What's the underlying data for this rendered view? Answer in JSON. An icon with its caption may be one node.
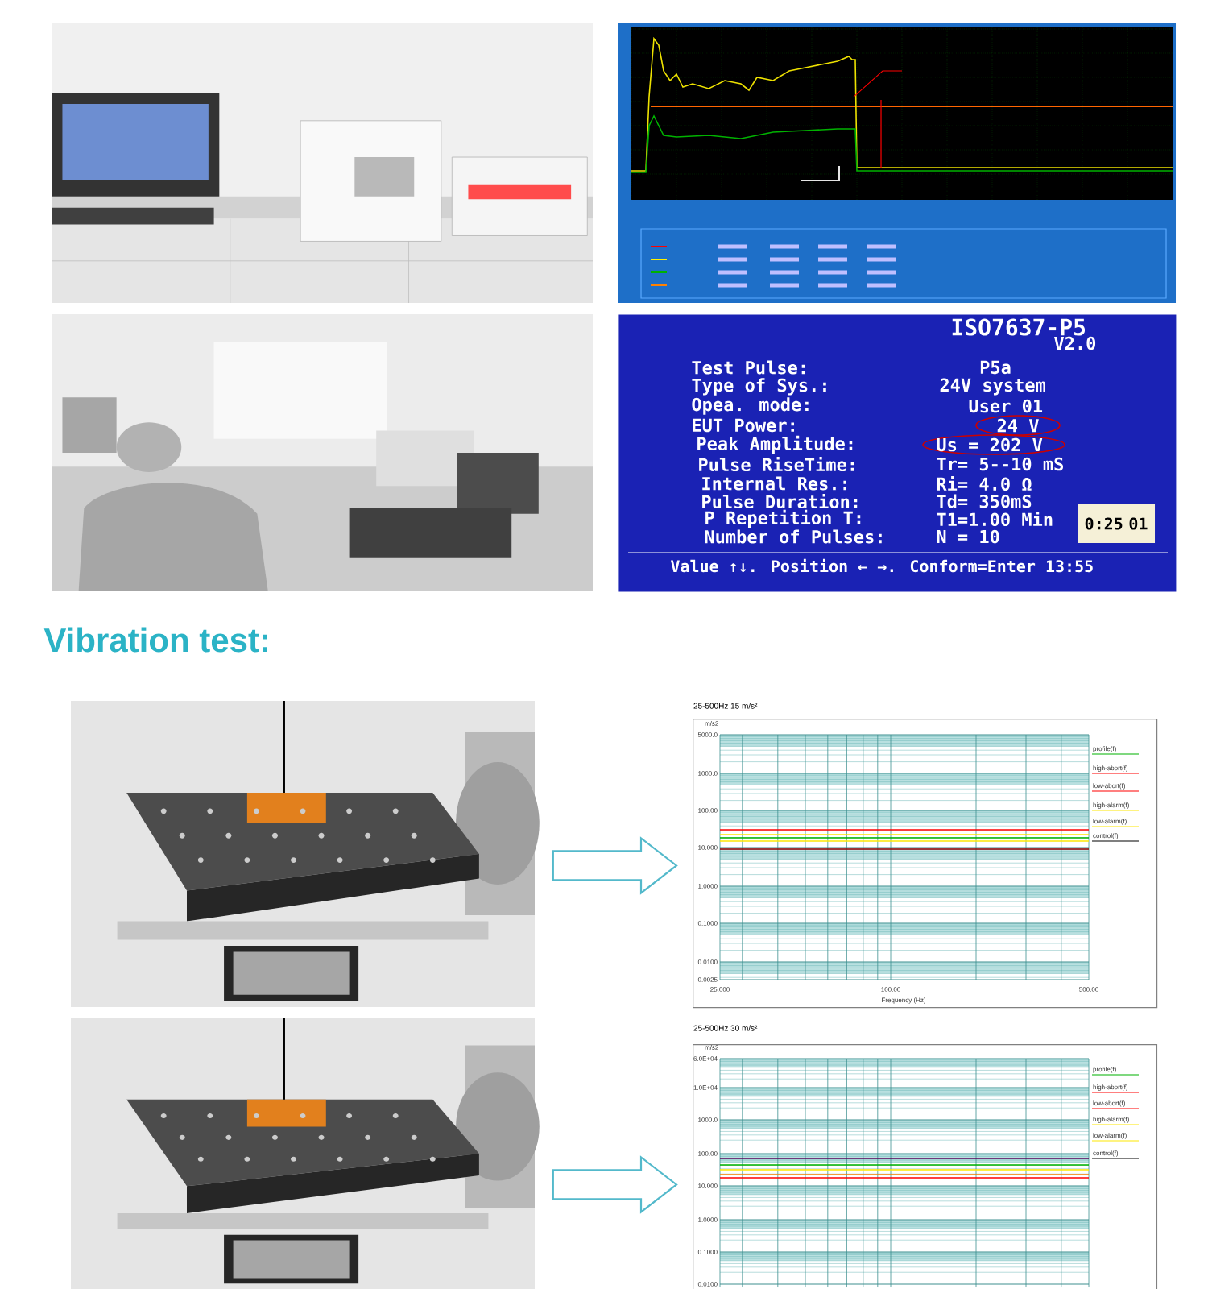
{
  "diagram": {
    "title": "Vibration test:",
    "nodes": [
      {
        "text": [],
        "shape": "picture"
      },
      {
        "text": [],
        "shape": "picture"
      },
      {
        "text": [],
        "shape": "picture"
      },
      {
        "text": [
          "ISO7637-P5",
          "V2.0",
          "Test Pulse:",
          "P5a",
          "Type of Sys.:",
          "24V system",
          "Opea. mode:",
          "User 01",
          "EUT Power:",
          "24 V",
          "Peak Amplitude:",
          "Us = 202 V",
          "Pulse RiseTime:",
          "Tr= 5--10 mS",
          "Internal Res.:",
          "Ri= 4.0 Ω",
          "Pulse Duration:",
          "Td= 350mS",
          "P Repetition T:",
          "T1=1.00 Min",
          "Number of Pulses:",
          "N = 10",
          "0:25 01",
          "Value ↑↓. Position ← →. Conform=Enter 13:55"
        ]
      },
      {
        "text": [],
        "shape": "picture"
      },
      {
        "text": [
          "25-500Hz 15 m/s²",
          "m/s2",
          "5000.0",
          "1000.0",
          "100.00",
          "10.000",
          "1.0000",
          "0.1000",
          "0.0100",
          "0.0025",
          "25.000",
          "100.00",
          "500.00",
          "Frequency (Hz)",
          "profile(f)",
          "high-abort(f)",
          "low-abort(f)",
          "high-alarm(f)",
          "low-alarm(f)",
          "control(f)"
        ]
      },
      {
        "text": [],
        "shape": "picture"
      },
      {
        "text": [
          "25-500Hz 30 m/s²",
          "m/s2",
          "6.0E+04",
          "1.0E+04",
          "1000.0",
          "100.00",
          "10.000",
          "1.0000",
          "0.1000",
          "0.0100",
          "profile(f)",
          "high-abort(f)",
          "low-abort(f)",
          "high-alarm(f)",
          "low-alarm(f)",
          "control(f)"
        ]
      }
    ],
    "edges": [
      {
        "from": 4,
        "to": 5,
        "arrow": "to"
      },
      {
        "from": 6,
        "to": 7,
        "arrow": "to"
      }
    ]
  }
}
